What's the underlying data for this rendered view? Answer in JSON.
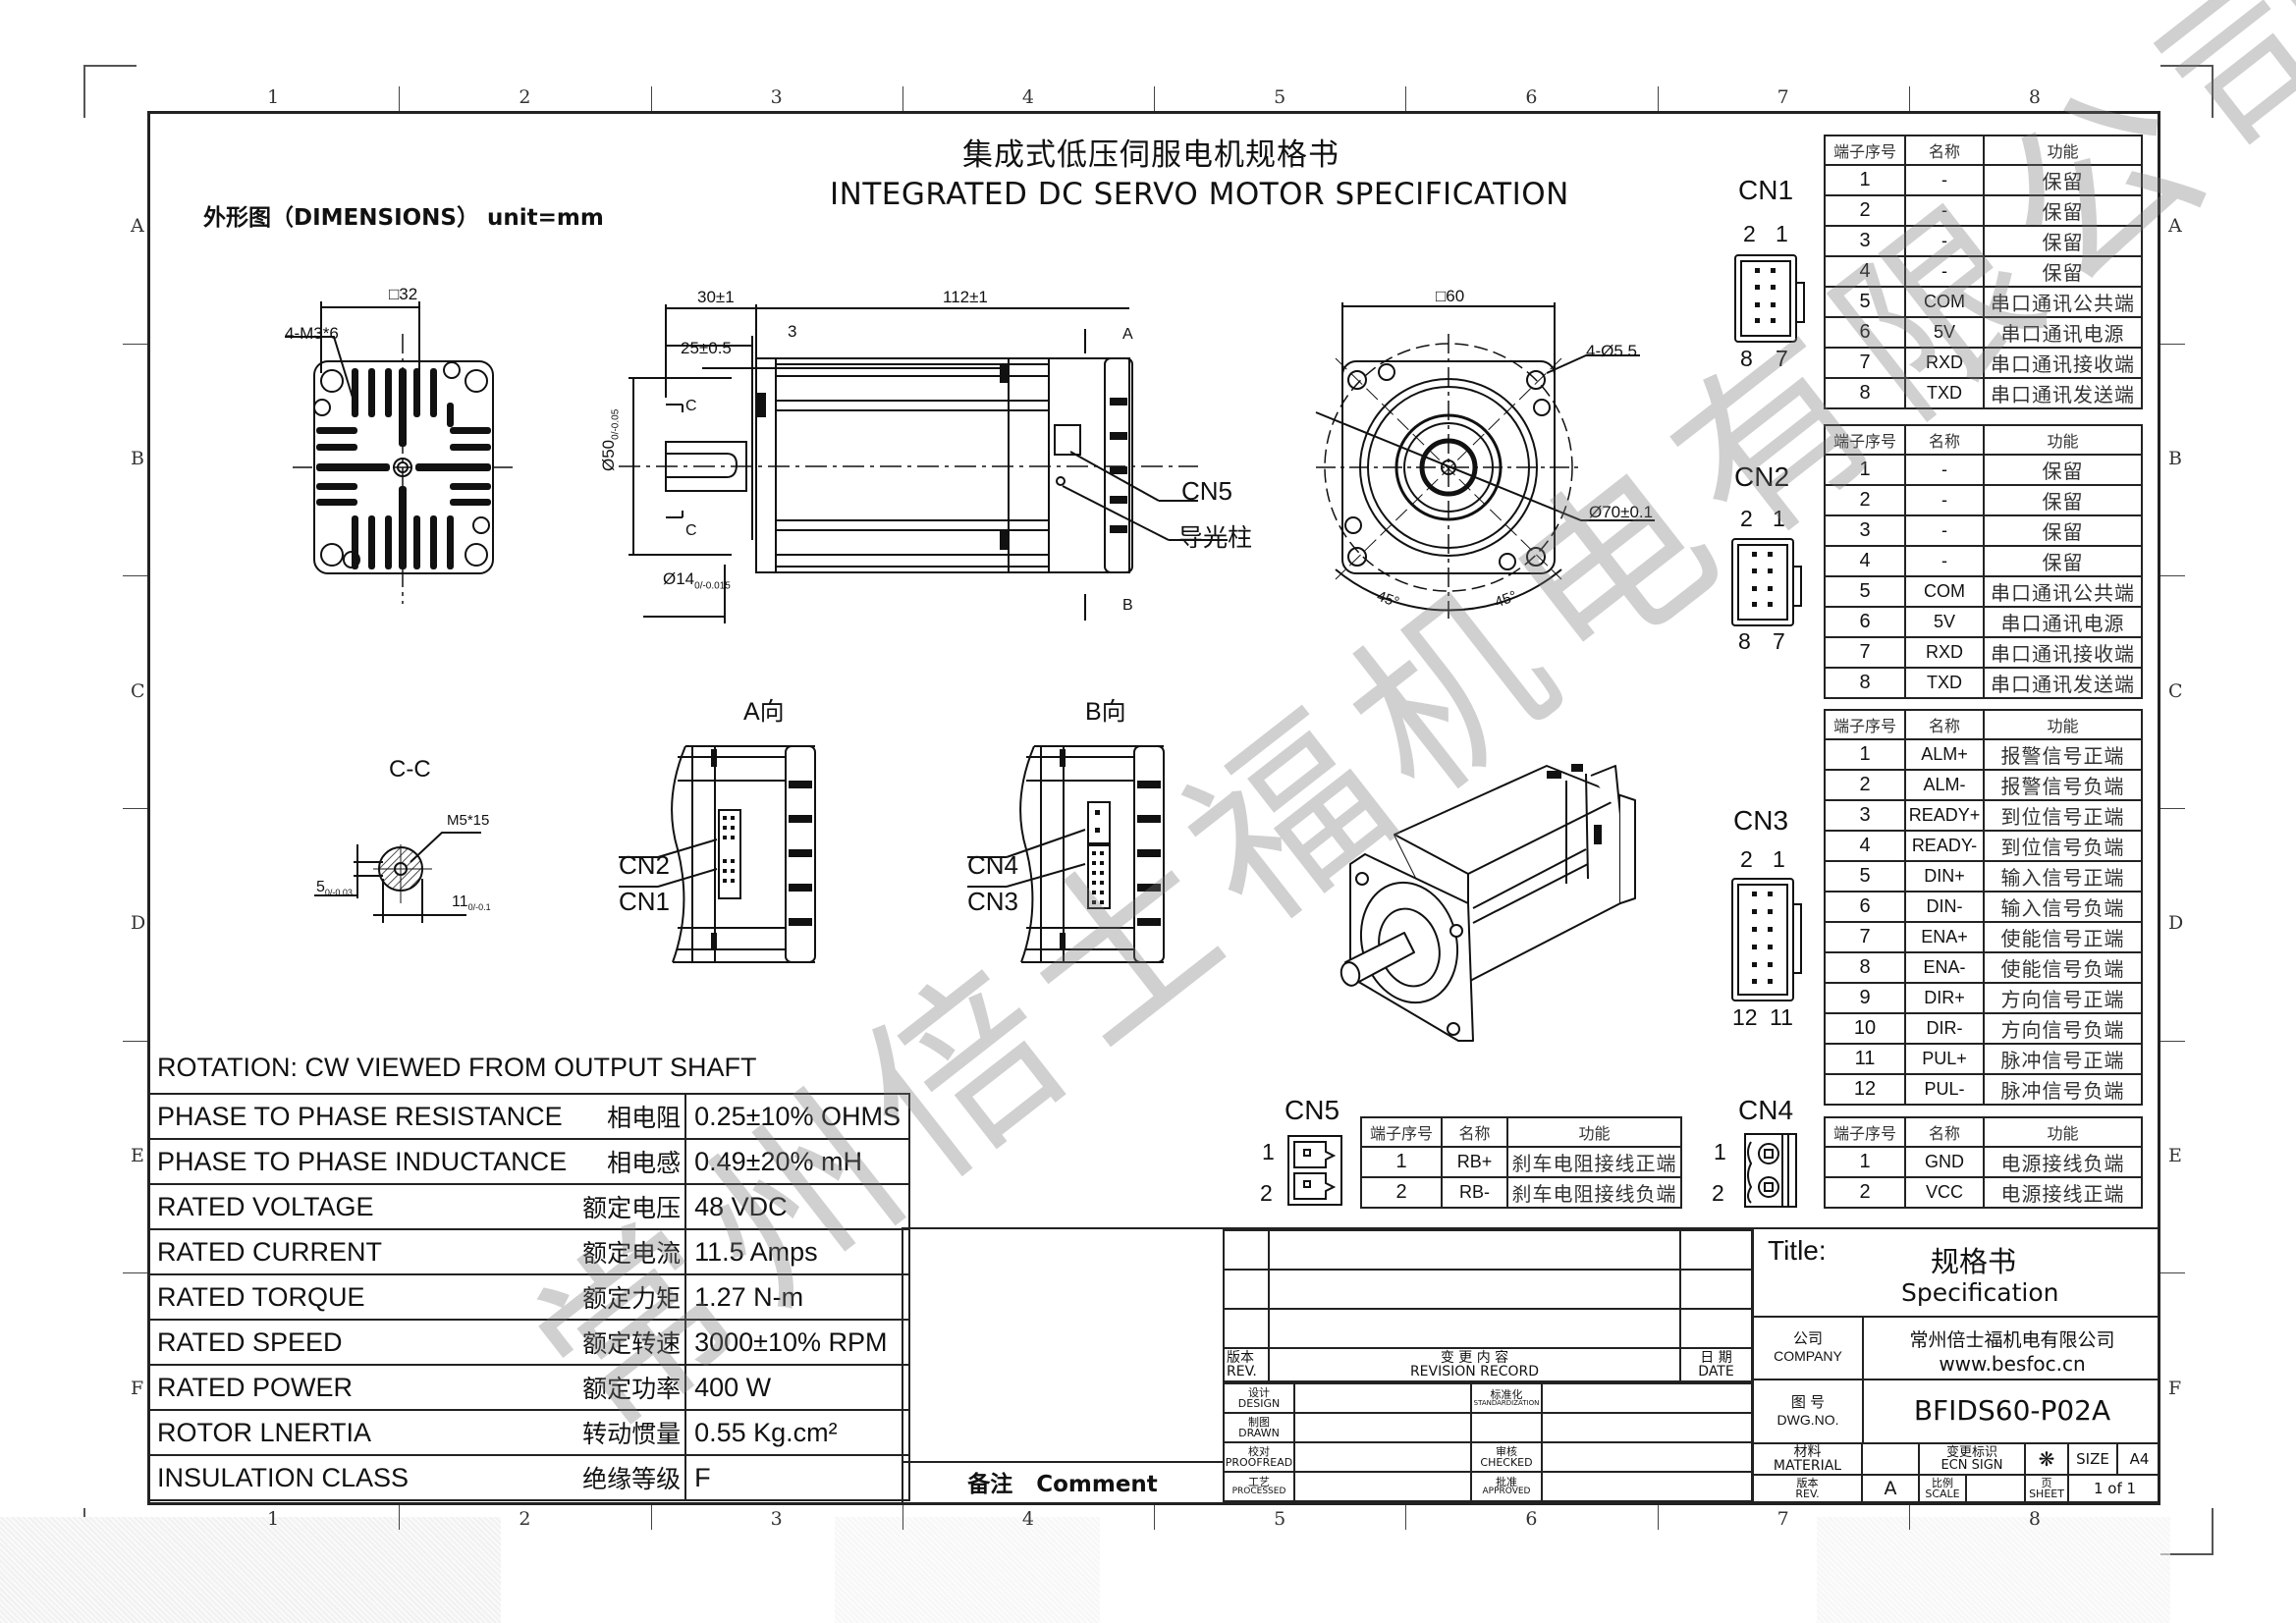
{
  "sheet": {
    "grid_columns": [
      "1",
      "2",
      "3",
      "4",
      "5",
      "6",
      "7",
      "8"
    ],
    "grid_rows": [
      "A",
      "B",
      "C",
      "D",
      "E",
      "F"
    ]
  },
  "header": {
    "title_cn": "集成式低压伺服电机规格书",
    "title_en": "INTEGRATED DC SERVO MOTOR SPECIFICATION",
    "dimensions_label": "外形图（DIMENSIONS）  unit=mm"
  },
  "drawing_annotations": {
    "rear_view": {
      "square": "□32",
      "thread": "4-M3*6"
    },
    "side_view": {
      "shaft_length": "30±1",
      "key_length": "25±0.5",
      "flange": "3",
      "body_length": "112±1",
      "pilot_dia": "Ø50",
      "pilot_tol": "0/-0.05",
      "shaft_dia": "Ø14",
      "shaft_tol": "0/-0.015",
      "section_mark": "C",
      "arrow_a": "A",
      "arrow_b": "B",
      "cn5_label": "CN5",
      "light_guide_label": "导光柱"
    },
    "front_view": {
      "square": "□60",
      "holes": "4-Ø5.5",
      "pcd": "Ø70±0.1",
      "angle_left": "45°",
      "angle_right": "45°"
    },
    "section_cc": {
      "title": "C-C",
      "thread": "M5*15",
      "key_w": "5",
      "key_w_tol": "0/-0.03",
      "key_h": "11",
      "key_h_tol": "0/-0.1"
    },
    "view_a": {
      "title": "A向",
      "labels": [
        "CN2",
        "CN1"
      ]
    },
    "view_b": {
      "title": "B向",
      "labels": [
        "CN4",
        "CN3"
      ]
    }
  },
  "connectors": {
    "headers": [
      "端子序号",
      "名称",
      "功能"
    ],
    "cn1": {
      "label": "CN1",
      "pin_top": [
        "2",
        "1"
      ],
      "pin_bottom": [
        "8",
        "7"
      ],
      "rows": [
        [
          "1",
          "-",
          "保留"
        ],
        [
          "2",
          "-",
          "保留"
        ],
        [
          "3",
          "-",
          "保留"
        ],
        [
          "4",
          "-",
          "保留"
        ],
        [
          "5",
          "COM",
          "串口通讯公共端"
        ],
        [
          "6",
          "5V",
          "串口通讯电源"
        ],
        [
          "7",
          "RXD",
          "串口通讯接收端"
        ],
        [
          "8",
          "TXD",
          "串口通讯发送端"
        ]
      ]
    },
    "cn2": {
      "label": "CN2",
      "pin_top": [
        "2",
        "1"
      ],
      "pin_bottom": [
        "8",
        "7"
      ],
      "rows": [
        [
          "1",
          "-",
          "保留"
        ],
        [
          "2",
          "-",
          "保留"
        ],
        [
          "3",
          "-",
          "保留"
        ],
        [
          "4",
          "-",
          "保留"
        ],
        [
          "5",
          "COM",
          "串口通讯公共端"
        ],
        [
          "6",
          "5V",
          "串口通讯电源"
        ],
        [
          "7",
          "RXD",
          "串口通讯接收端"
        ],
        [
          "8",
          "TXD",
          "串口通讯发送端"
        ]
      ]
    },
    "cn3": {
      "label": "CN3",
      "pin_top": [
        "2",
        "1"
      ],
      "pin_bottom": [
        "12",
        "11"
      ],
      "rows": [
        [
          "1",
          "ALM+",
          "报警信号正端"
        ],
        [
          "2",
          "ALM-",
          "报警信号负端"
        ],
        [
          "3",
          "READY+",
          "到位信号正端"
        ],
        [
          "4",
          "READY-",
          "到位信号负端"
        ],
        [
          "5",
          "DIN+",
          "输入信号正端"
        ],
        [
          "6",
          "DIN-",
          "输入信号负端"
        ],
        [
          "7",
          "ENA+",
          "使能信号正端"
        ],
        [
          "8",
          "ENA-",
          "使能信号负端"
        ],
        [
          "9",
          "DIR+",
          "方向信号正端"
        ],
        [
          "10",
          "DIR-",
          "方向信号负端"
        ],
        [
          "11",
          "PUL+",
          "脉冲信号正端"
        ],
        [
          "12",
          "PUL-",
          "脉冲信号负端"
        ]
      ]
    },
    "cn4": {
      "label": "CN4",
      "pins": [
        "1",
        "2"
      ],
      "rows": [
        [
          "1",
          "GND",
          "电源接线负端"
        ],
        [
          "2",
          "VCC",
          "电源接线正端"
        ]
      ]
    },
    "cn5": {
      "label": "CN5",
      "pins": [
        "1",
        "2"
      ],
      "rows": [
        [
          "1",
          "RB+",
          "刹车电阻接线正端"
        ],
        [
          "2",
          "RB-",
          "刹车电阻接线负端"
        ]
      ]
    }
  },
  "specs": {
    "rotation": "ROTATION: CW VIEWED FROM OUTPUT SHAFT",
    "rows": [
      {
        "en": "PHASE  TO PHASE RESISTANCE",
        "cn": "相电阻",
        "value": "0.25±10% OHMS"
      },
      {
        "en": "PHASE  TO PHASE INDUCTANCE",
        "cn": "相电感",
        "value": "0.49±20% mH"
      },
      {
        "en": "RATED VOLTAGE",
        "cn": "额定电压",
        "value": "48 VDC"
      },
      {
        "en": "RATED CURRENT",
        "cn": "额定电流",
        "value": "11.5 Amps"
      },
      {
        "en": "RATED TORQUE",
        "cn": "额定力矩",
        "value": "1.27 N-m"
      },
      {
        "en": "RATED SPEED",
        "cn": "额定转速",
        "value": "3000±10% RPM"
      },
      {
        "en": "RATED POWER",
        "cn": "额定功率",
        "value": "400 W"
      },
      {
        "en": "ROTOR LNERTIA",
        "cn": "转动惯量",
        "value": "0.55 Kg.cm²"
      },
      {
        "en": "INSULATION CLASS",
        "cn": "绝缘等级",
        "value": "F"
      }
    ]
  },
  "comment": {
    "label": "备注   Comment"
  },
  "revision": {
    "rev_cn": "版本",
    "rev_en": "REV.",
    "record_cn": "变 更 内 容",
    "record_en": "REVISION RECORD",
    "date_cn": "日 期",
    "date_en": "DATE"
  },
  "approvals": {
    "design_cn": "设计",
    "design_en": "DESIGN",
    "drawn_cn": "制图",
    "drawn_en": "DRAWN",
    "proofread_cn": "校对",
    "proofread_en": "PROOFREAD",
    "processed_cn": "工艺",
    "processed_en": "PROCESSED",
    "std_cn": "标准化",
    "std_en": "STANDARDIZATION",
    "checked_cn": "审核",
    "checked_en": "CHECKED",
    "approved_cn": "批准",
    "approved_en": "APPROVED"
  },
  "title_block": {
    "title_label": "Title:",
    "title_cn": "规格书",
    "title_en": "Specification",
    "company_cn": "公司",
    "company_en": "COMPANY",
    "company_name": "常州倍士福机电有限公司",
    "company_url": "www.besfoc.cn",
    "dwg_cn": "图 号",
    "dwg_en": "DWG.NO.",
    "dwg_no": "BFIDS60-P02A",
    "material_cn": "材料",
    "material_en": "MATERIAL",
    "ecn_cn": "变更标识",
    "ecn_en": "ECN SIGN",
    "ecn_symbol": "❋",
    "size_label": "SIZE",
    "size_value": "A4",
    "rev_cn": "版本",
    "rev_en": "REV.",
    "rev_value": "A",
    "scale_cn": "比例",
    "scale_en": "SCALE",
    "sheet_cn": "页",
    "sheet_en": "SHEET",
    "sheet_value": "1 of 1"
  },
  "watermark": "常州倍士福机电有限公司"
}
